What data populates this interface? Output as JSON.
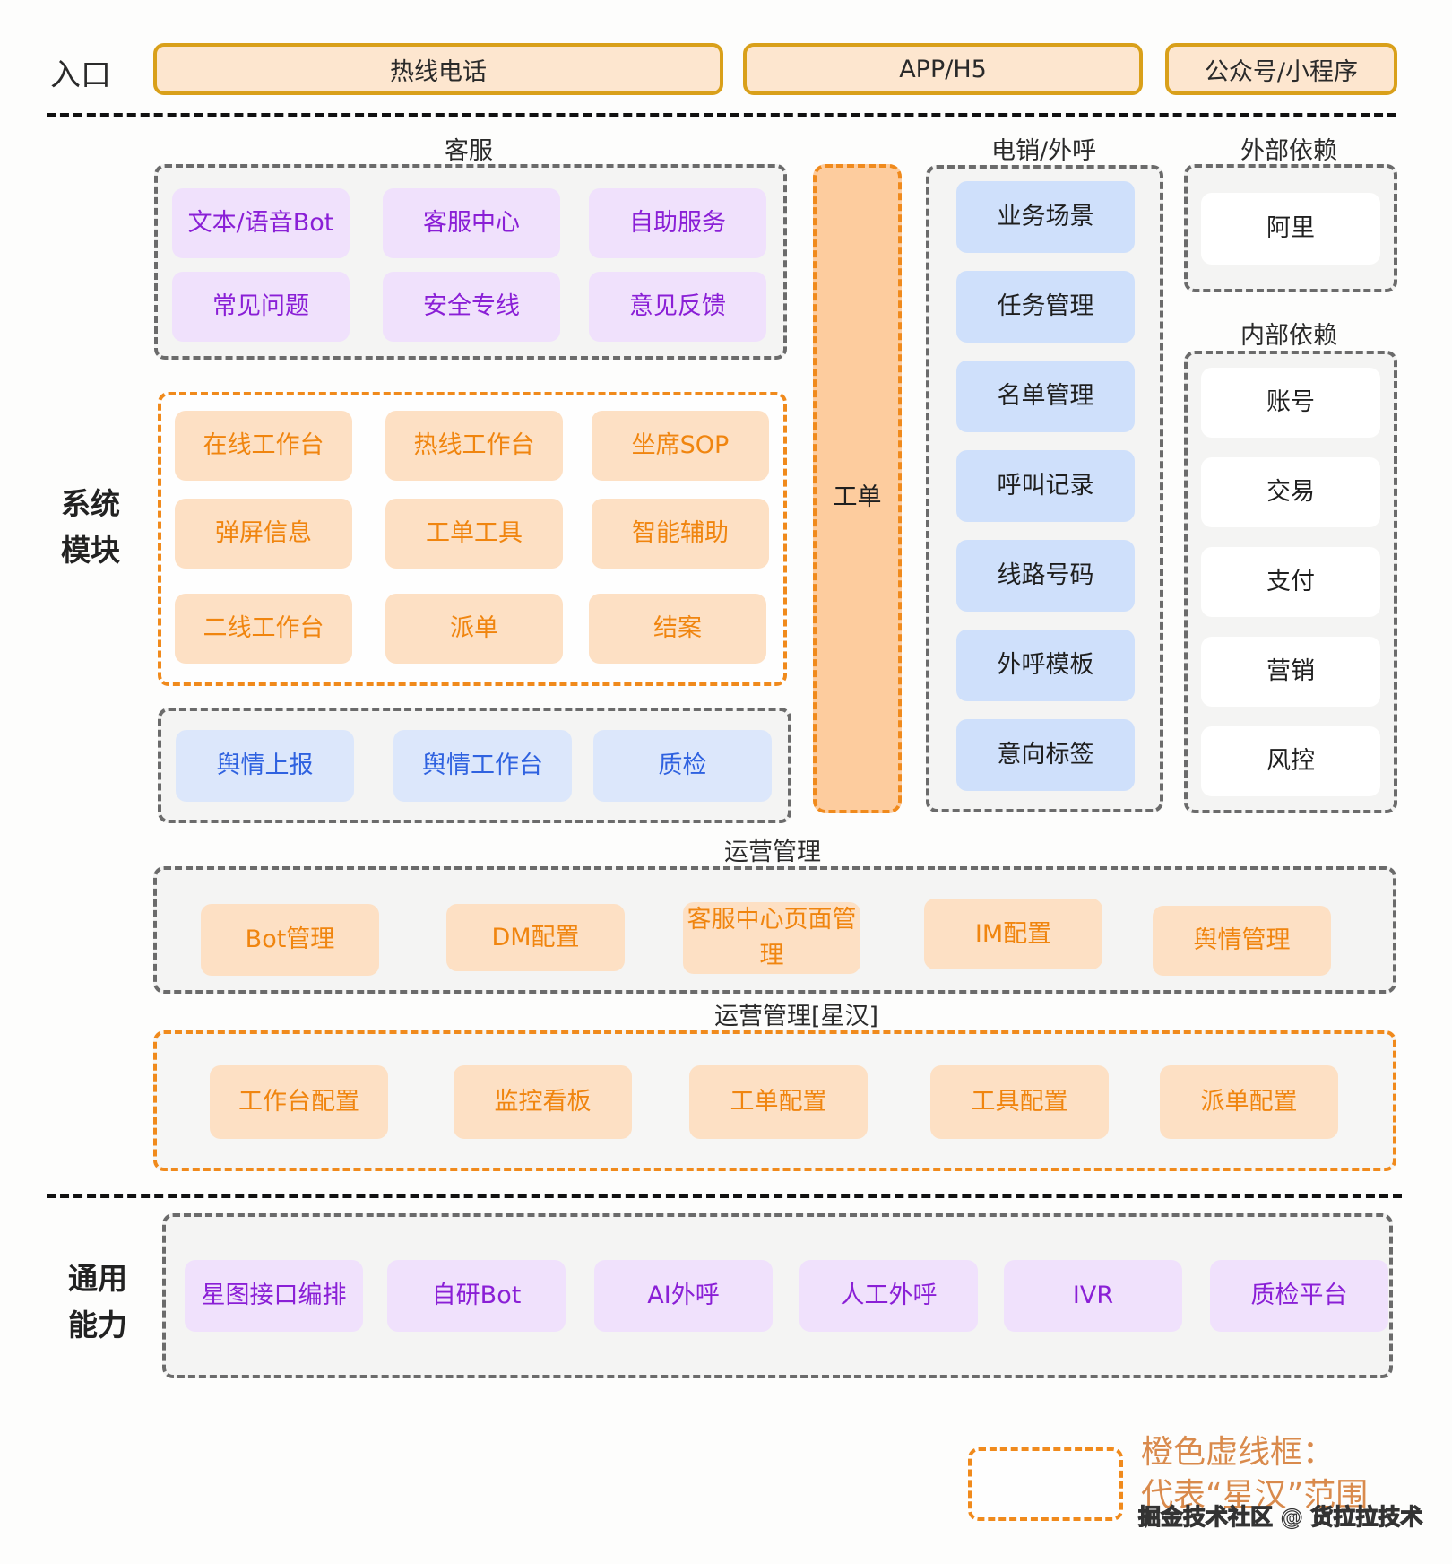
{
  "entry": {
    "label": "入口",
    "channels": [
      "热线电话",
      "APP/H5",
      "公众号/小程序"
    ]
  },
  "system_modules": {
    "label": "系统\n模块",
    "label_lines": [
      "系统",
      "模块"
    ],
    "customer_service": {
      "title": "客服",
      "items": [
        "文本/语音Bot",
        "客服中心",
        "自助服务",
        "常见问题",
        "安全专线",
        "意见反馈"
      ]
    },
    "xinghan_workbench": {
      "items": [
        "在线工作台",
        "热线工作台",
        "坐席SOP",
        "弹屏信息",
        "工单工具",
        "智能辅助",
        "二线工作台",
        "派单",
        "结案"
      ]
    },
    "sentiment": {
      "items": [
        "舆情上报",
        "舆情工作台",
        "质检"
      ]
    },
    "ticket": {
      "label": "工单"
    },
    "telesales": {
      "title": "电销/外呼",
      "items": [
        "业务场景",
        "任务管理",
        "名单管理",
        "呼叫记录",
        "线路号码",
        "外呼模板",
        "意向标签"
      ]
    },
    "external_deps": {
      "title": "外部依赖",
      "items": [
        "阿里"
      ]
    },
    "internal_deps": {
      "title": "内部依赖",
      "items": [
        "账号",
        "交易",
        "支付",
        "营销",
        "风控"
      ]
    },
    "operations": {
      "title": "运营管理",
      "items": [
        "Bot管理",
        "DM配置",
        "客服中心页面管理",
        "IM配置",
        "舆情管理"
      ]
    },
    "operations_xinghan": {
      "title": "运营管理[星汉]",
      "items": [
        "工作台配置",
        "监控看板",
        "工单配置",
        "工具配置",
        "派单配置"
      ]
    }
  },
  "common_capabilities": {
    "label_lines": [
      "通用",
      "能力"
    ],
    "items": [
      "星图接口编排",
      "自研Bot",
      "AI外呼",
      "人工外呼",
      "IVR",
      "质检平台"
    ]
  },
  "legend": {
    "line1": "橙色虚线框：",
    "line2": "代表“星汉”范围"
  },
  "footer": {
    "credit": "掘金技术社区 @ 货拉拉技术"
  },
  "colors": {
    "entry_border": "#d9a01a",
    "entry_fill": "#fde6cf",
    "orange_dash": "#f08a1c",
    "gray_dash": "#6b6b6b",
    "purple_text": "#8a1fd6",
    "purple_fill": "#f0e1fc",
    "orange_text": "#f0850f",
    "orange_fill": "#fde0c4",
    "blue_text": "#2f62e0",
    "blue_fill": "#dce7fb",
    "telesales_fill": "#cfe0fb",
    "ticket_fill": "#fdcc9e"
  }
}
